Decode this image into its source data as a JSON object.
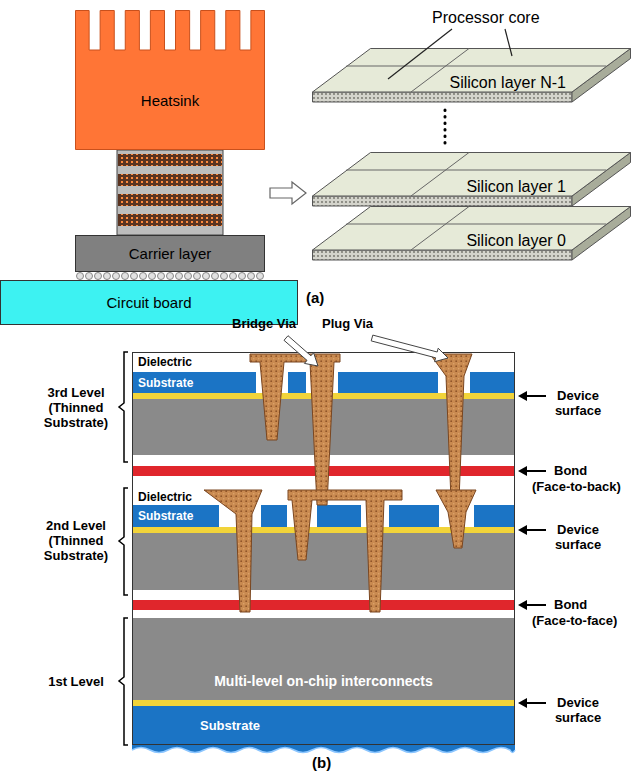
{
  "diagram": {
    "nodes": [
      {
        "text": [
          "Heatsink"
        ]
      },
      {
        "text": [
          "Carrier layer"
        ]
      },
      {
        "text": [
          "Circuit board"
        ]
      },
      {
        "text": [
          "Silicon layer N-1"
        ]
      },
      {
        "text": [
          "Silicon layer 1"
        ]
      },
      {
        "text": [
          "Silicon layer 0"
        ]
      },
      {
        "text": [
          "Dielectric"
        ]
      },
      {
        "text": [
          "Substrate"
        ]
      },
      {
        "text": [
          "Dielectric"
        ]
      },
      {
        "text": [
          "Substrate"
        ]
      },
      {
        "text": [
          "Multi-level on-chip interconnects"
        ]
      },
      {
        "text": [
          "Substrate"
        ]
      }
    ],
    "labels": [
      "Processor core",
      "(a)",
      "Bridge Via",
      "Plug Via",
      "3rd Level (Thinned Substrate)",
      "Device surface",
      "Bond",
      "(Face-to-back)",
      "2nd Level (Thinned Substrate)",
      "Device surface",
      "Bond",
      "(Face-to-face)",
      "1st Level",
      "Device surface",
      "(b)"
    ]
  }
}
